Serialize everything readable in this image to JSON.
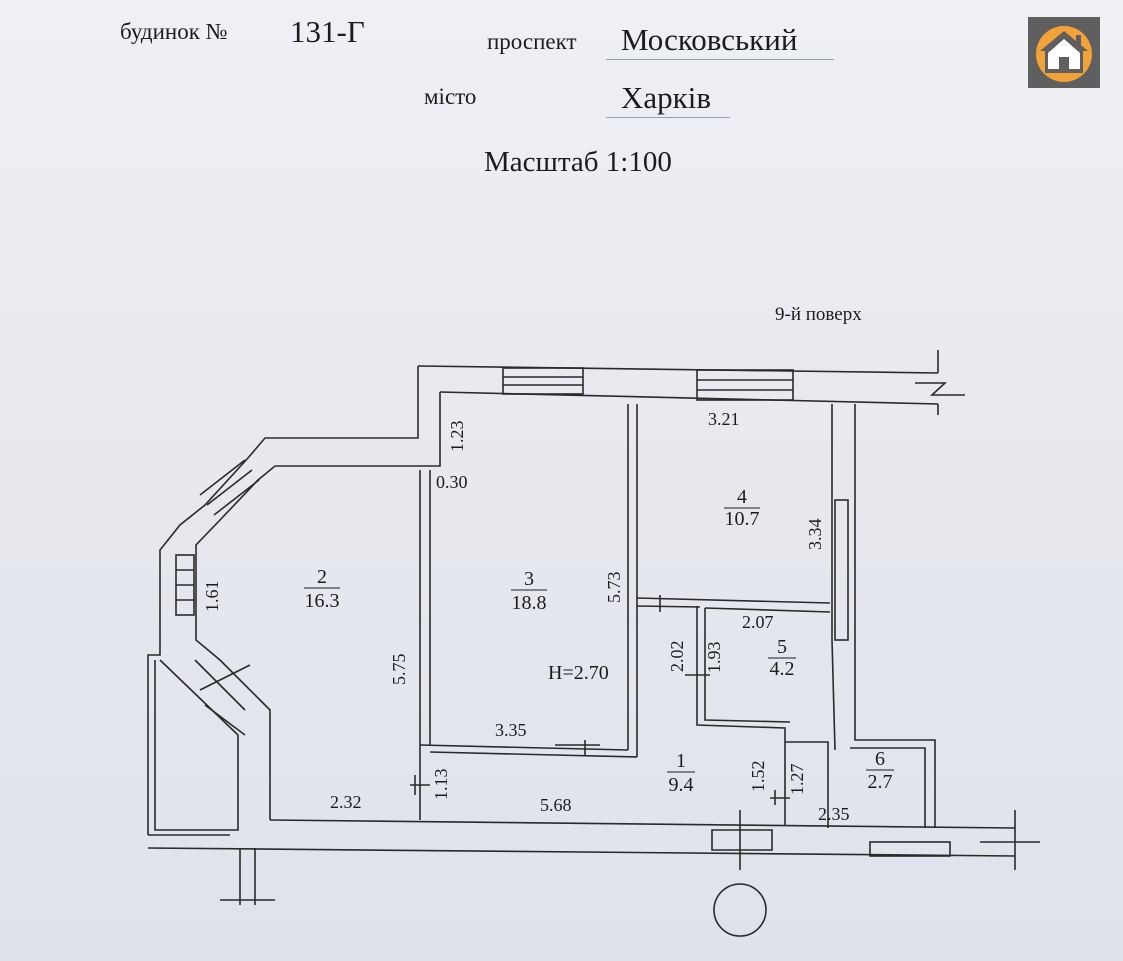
{
  "header": {
    "house_label": "будинок №",
    "house_number": "131-Г",
    "street_label": "проспект",
    "street_name": "Московський",
    "city_label": "місто",
    "city_name": "Харків",
    "scale": "Масштаб 1:100",
    "floor": "9-й поверх"
  },
  "rooms": [
    {
      "num": "1",
      "area": "9.4"
    },
    {
      "num": "2",
      "area": "16.3"
    },
    {
      "num": "3",
      "area": "18.8"
    },
    {
      "num": "4",
      "area": "10.7"
    },
    {
      "num": "5",
      "area": "4.2"
    },
    {
      "num": "6",
      "area": "2.7"
    }
  ],
  "ceiling_height": "H=2.70",
  "dimensions": {
    "d_1_23": "1.23",
    "d_0_30": "0.30",
    "d_3_21": "3.21",
    "d_3_34": "3.34",
    "d_1_61": "1.61",
    "d_5_75": "5.75",
    "d_5_73": "5.73",
    "d_2_07": "2.07",
    "d_2_02": "2.02",
    "d_1_93": "1.93",
    "d_3_35": "3.35",
    "d_1_13": "1.13",
    "d_1_52": "1.52",
    "d_1_27": "1.27",
    "d_2_32": "2.32",
    "d_5_68": "5.68",
    "d_2_35": "2.35"
  },
  "logo_icon": "house-logo-icon"
}
